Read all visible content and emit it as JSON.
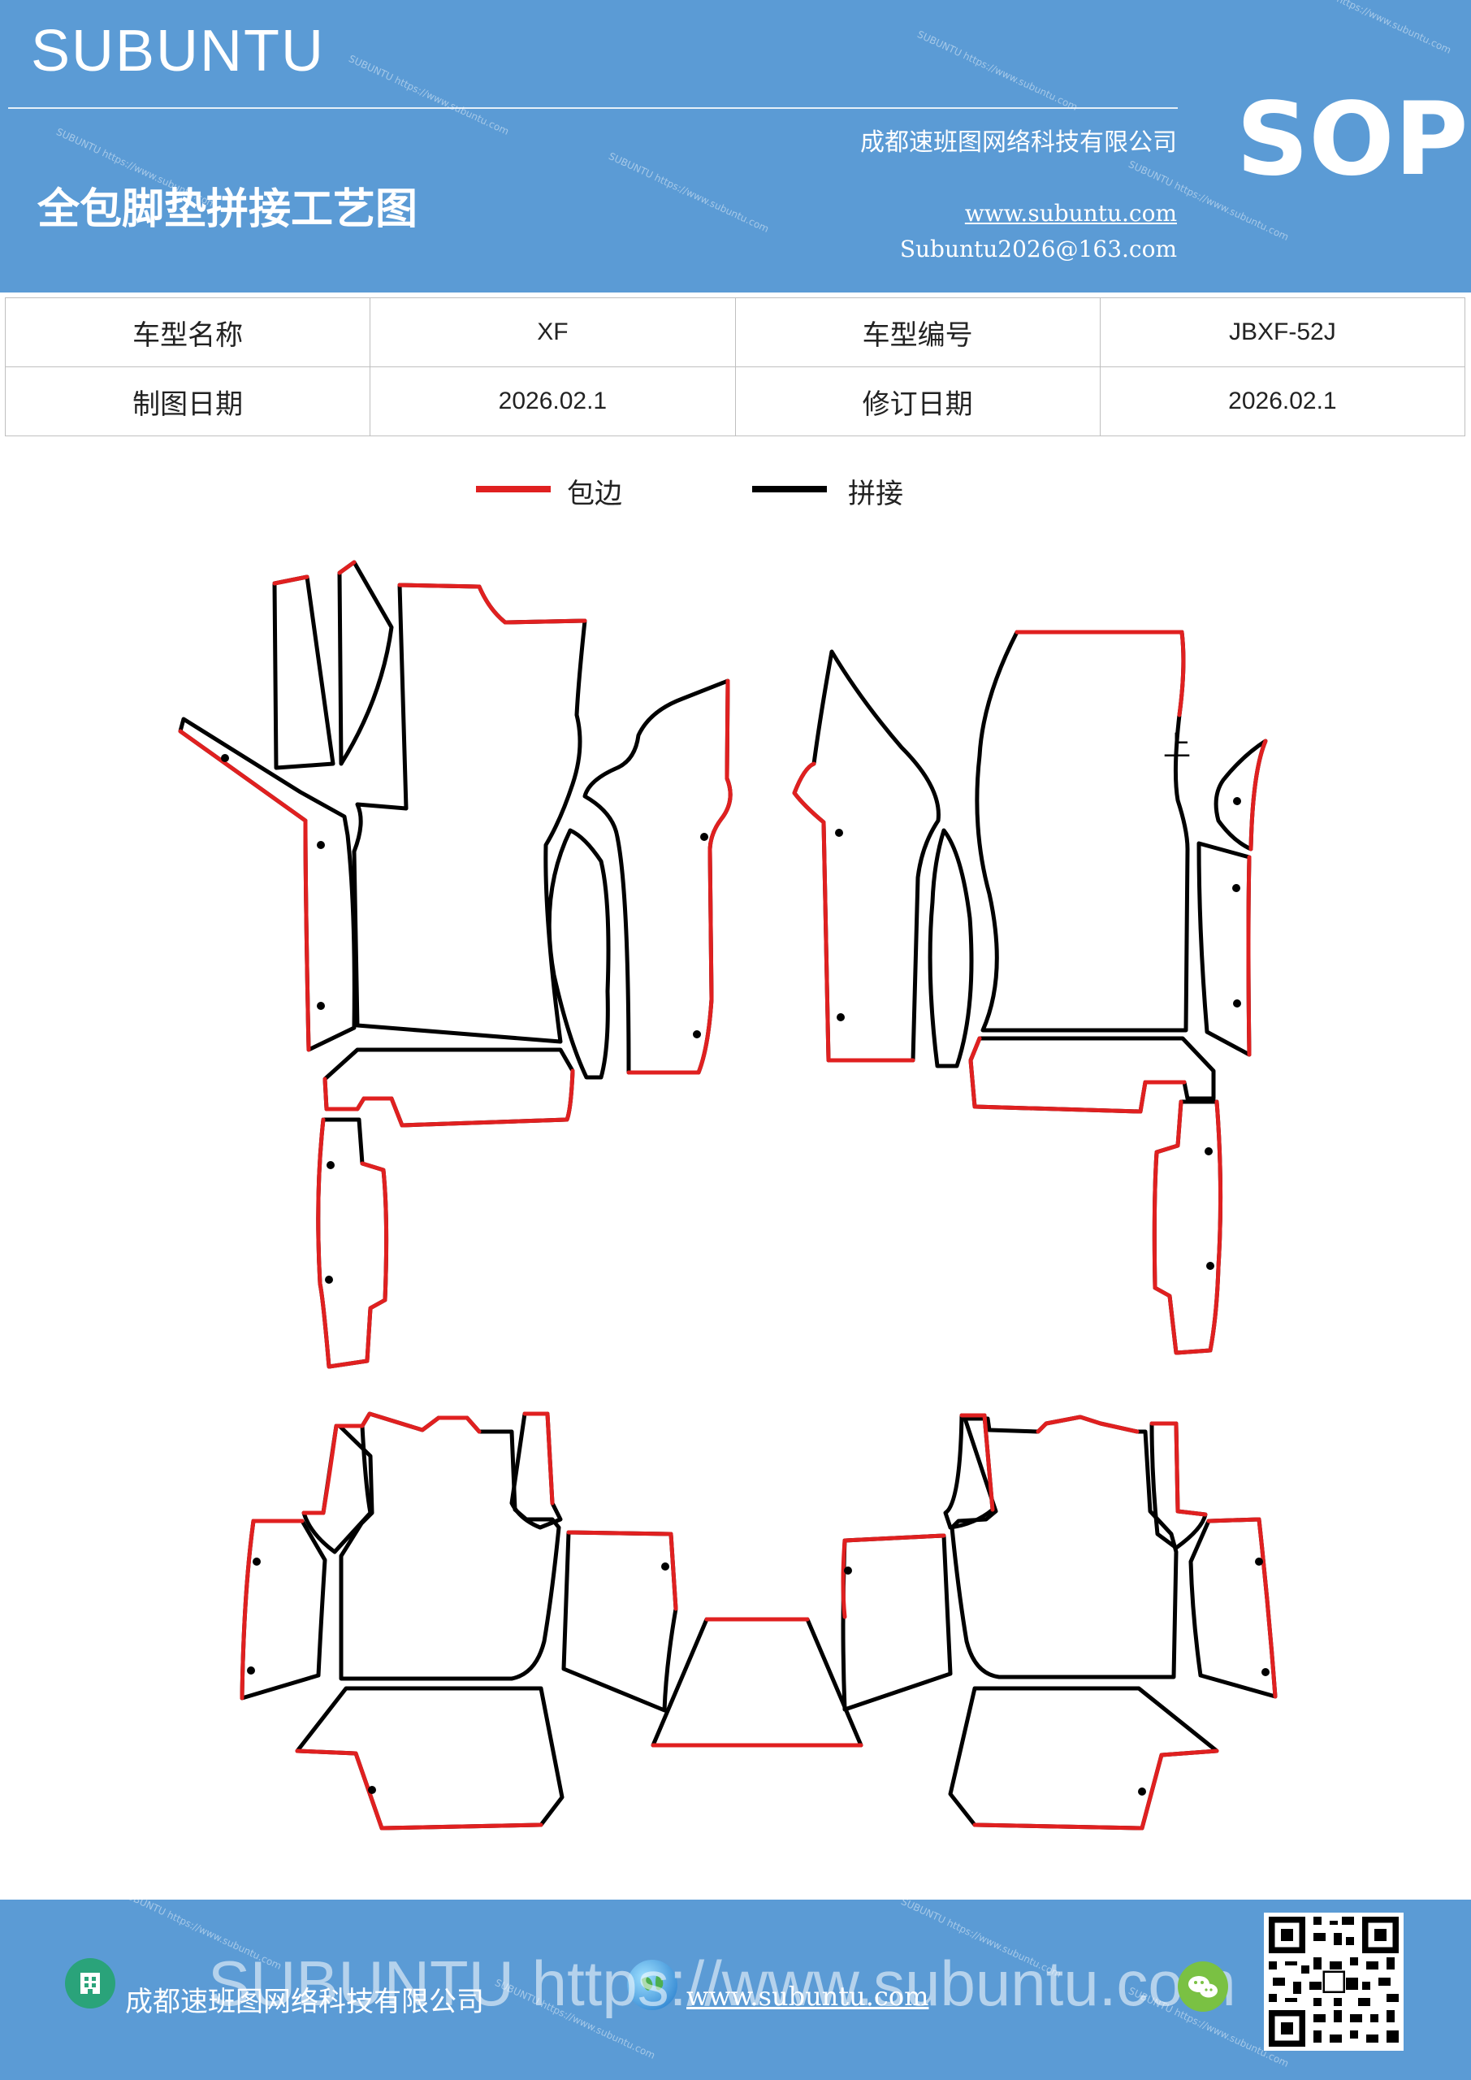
{
  "header": {
    "brand": "SUBUNTU",
    "company": "成都速班图网络科技有限公司",
    "title": "全包脚垫拼接工艺图",
    "website": "www.subuntu.com",
    "email": "Subuntu2026@163.com",
    "badge": "SOP"
  },
  "info": {
    "model_name_label": "车型名称",
    "model_name_value": "XF",
    "model_code_label": "车型编号",
    "model_code_value": "JBXF-52J",
    "draw_date_label": "制图日期",
    "draw_date_value": "2026.02.1",
    "revise_date_label": "修订日期",
    "revise_date_value": "2026.02.1"
  },
  "legend": {
    "edge_label": "包边",
    "edge_color": "#e02020",
    "join_label": "拼接",
    "join_color": "#000000"
  },
  "drawing": {
    "mark": "上"
  },
  "footer": {
    "company": "成都速班图网络科技有限公司",
    "website": "www.subuntu.com",
    "watermark": "SUBUNTU https://www.subuntu.com"
  },
  "colors": {
    "brand_blue": "#5b9bd5"
  }
}
